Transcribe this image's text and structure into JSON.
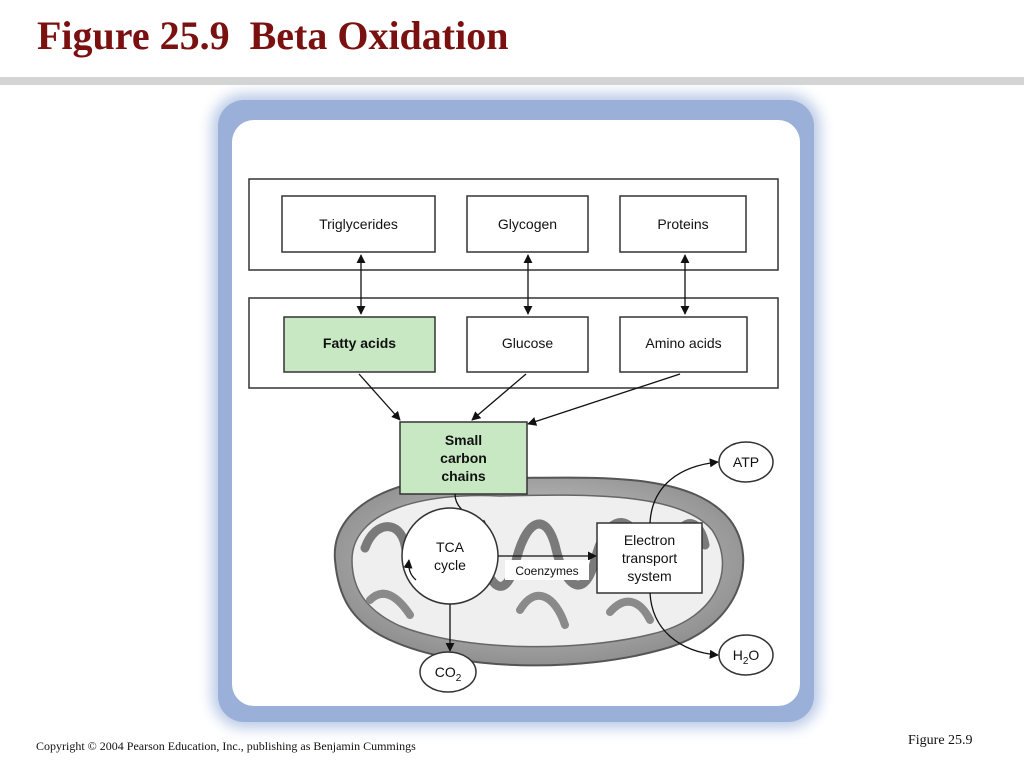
{
  "slide": {
    "title": "Figure 25.9  Beta Oxidation",
    "copyright": "Copyright © 2004 Pearson Education, Inc., publishing as Benjamin Cummings",
    "figure_label": "Figure 25.9"
  },
  "diagram": {
    "storage": {
      "triglycerides": "Triglycerides",
      "glycogen": "Glycogen",
      "proteins": "Proteins"
    },
    "monomers": {
      "fatty_acids": "Fatty acids",
      "glucose": "Glucose",
      "amino_acids": "Amino acids"
    },
    "small_carbon_chains": [
      "Small",
      "carbon",
      "chains"
    ],
    "tca_cycle": [
      "TCA",
      "cycle"
    ],
    "coenzymes": "Coenzymes",
    "electron_transport": [
      "Electron",
      "transport",
      "system"
    ],
    "atp": "ATP",
    "h2o": {
      "base": "H",
      "sub": "2",
      "tail": "O"
    },
    "co2": {
      "base": "CO",
      "sub": "2"
    }
  },
  "colors": {
    "title": "#7a1010",
    "highlight": "#c8e8c4",
    "frame": "#9ab0d8"
  }
}
